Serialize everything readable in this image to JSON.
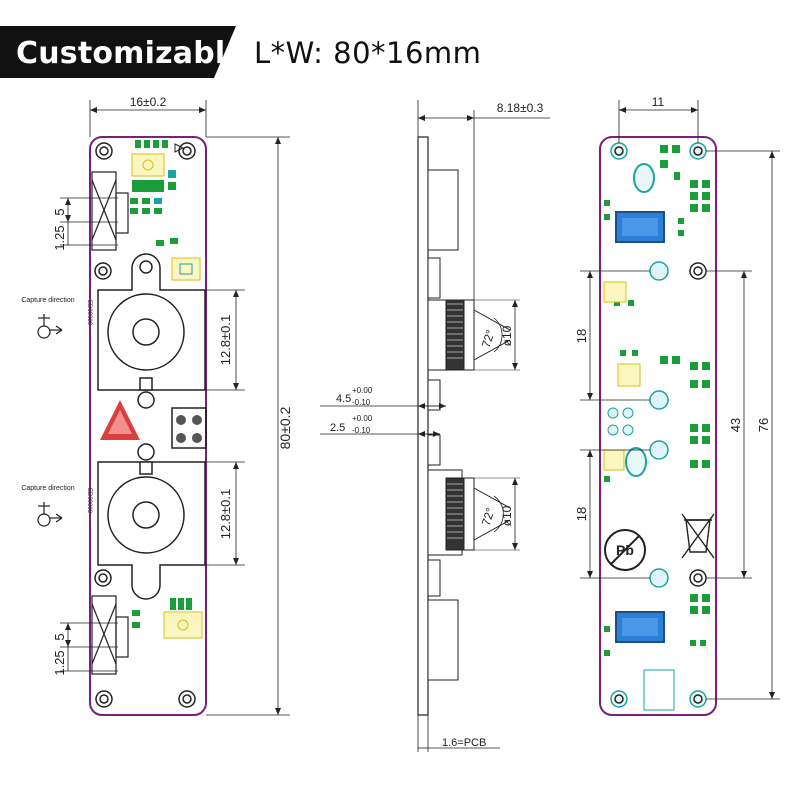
{
  "header": {
    "badge_label": "Customizable",
    "size_label": "L*W:  80*16mm"
  },
  "front_view": {
    "width_dim": "16±0.2",
    "height_dim": "80±0.2",
    "connector_pitch_top": "5",
    "connector_offset_top": "1.25",
    "connector_pitch_bottom": "5",
    "connector_offset_bottom": "1.25",
    "lens_top_dim": "12.8±0.1",
    "lens_bottom_dim": "12.8±0.1",
    "capture_label_top": "Capture direction",
    "capture_label_bottom": "Capture direction"
  },
  "side_view": {
    "depth_dim": "8.18±0.3",
    "lens_angle_top": "72°",
    "lens_diam_top": "ø10",
    "lens_angle_bottom": "72°",
    "lens_diam_bottom": "ø10",
    "offset_a_main": "4.5",
    "offset_a_tol_plus": "+0.00",
    "offset_a_tol_minus": "-0.10",
    "offset_b_main": "2.5",
    "offset_b_tol_plus": "+0.00",
    "offset_b_tol_minus": "-0.10",
    "pcb_dim": "1.6=PCB"
  },
  "back_view": {
    "hole_spacing": "11",
    "total_length": "76",
    "middle_span": "43",
    "upper_span": "18",
    "lower_span": "18"
  },
  "colors": {
    "board_outline": "#7a1f7a",
    "pad_green": "#1a9e3a",
    "pad_teal": "#1aa3a3",
    "chip_blue": "#2d7fd6",
    "marker_yellow": "#d4c21a",
    "hole_cyan": "#1aa3a3"
  }
}
